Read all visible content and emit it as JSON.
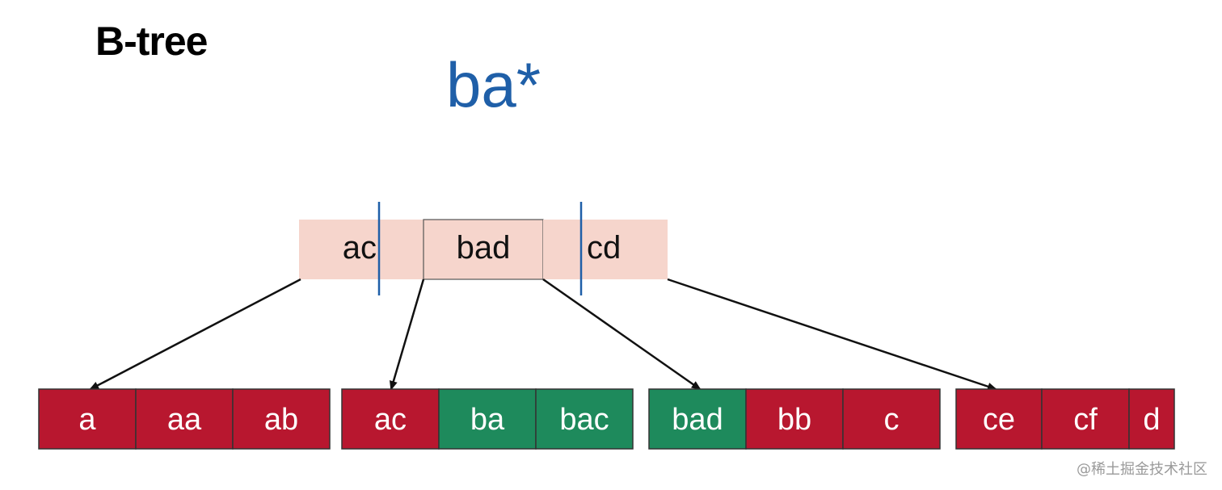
{
  "title": "B-tree",
  "query": "ba*",
  "root_node": {
    "keys": [
      "ac",
      "bad",
      "cd"
    ]
  },
  "leaf_nodes": [
    {
      "entries": [
        {
          "key": "a",
          "state": "miss"
        },
        {
          "key": "aa",
          "state": "miss"
        },
        {
          "key": "ab",
          "state": "miss"
        }
      ]
    },
    {
      "entries": [
        {
          "key": "ac",
          "state": "miss"
        },
        {
          "key": "ba",
          "state": "match"
        },
        {
          "key": "bac",
          "state": "match"
        }
      ]
    },
    {
      "entries": [
        {
          "key": "bad",
          "state": "match"
        },
        {
          "key": "bb",
          "state": "miss"
        },
        {
          "key": "c",
          "state": "miss"
        }
      ]
    },
    {
      "entries": [
        {
          "key": "ce",
          "state": "miss"
        },
        {
          "key": "cf",
          "state": "miss"
        },
        {
          "key": "d",
          "state": "miss"
        }
      ]
    }
  ],
  "colors": {
    "root_fill": "#f6d5cc",
    "match_fill": "#1e8a5c",
    "miss_fill": "#b8172f",
    "range_marker": "#1f5fa8",
    "query_text": "#1f5fa8"
  },
  "watermark": "@稀土掘金技术社区"
}
